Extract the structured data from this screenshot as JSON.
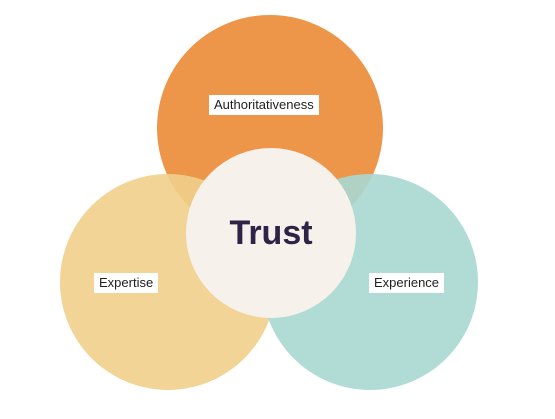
{
  "diagram": {
    "center_label": "Trust",
    "circles": [
      {
        "id": "authoritativeness",
        "label": "Authoritativeness",
        "color": "#EC8F3E"
      },
      {
        "id": "expertise",
        "label": "Expertise",
        "color": "#EFCF8B"
      },
      {
        "id": "experience",
        "label": "Experience",
        "color": "#A9D8D1"
      }
    ],
    "center_color": "#F7F1EC",
    "text_color": "#2D2447"
  }
}
